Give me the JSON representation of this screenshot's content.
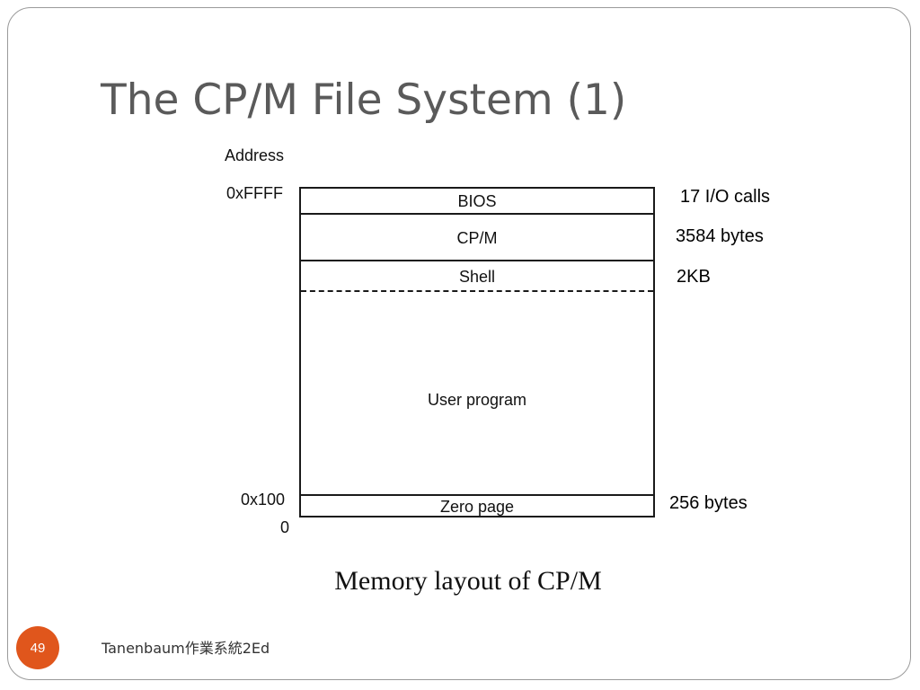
{
  "slide": {
    "title": "The CP/M File System (1)",
    "caption": "Memory layout of CP/M",
    "page_number": "49",
    "footer": "Tanenbaum作業系統2Ed"
  },
  "diagram": {
    "address_header": "Address",
    "addresses": {
      "top": "0xFFFF",
      "zero_page_start": "0x100",
      "bottom": "0"
    },
    "segments": {
      "bios": "BIOS",
      "cpm": "CP/M",
      "shell": "Shell",
      "user_program": "User program",
      "zero_page": "Zero page"
    },
    "notes": {
      "bios": "17 I/O calls",
      "cpm": "3584 bytes",
      "shell": "2KB",
      "zero_page": "256 bytes"
    }
  }
}
